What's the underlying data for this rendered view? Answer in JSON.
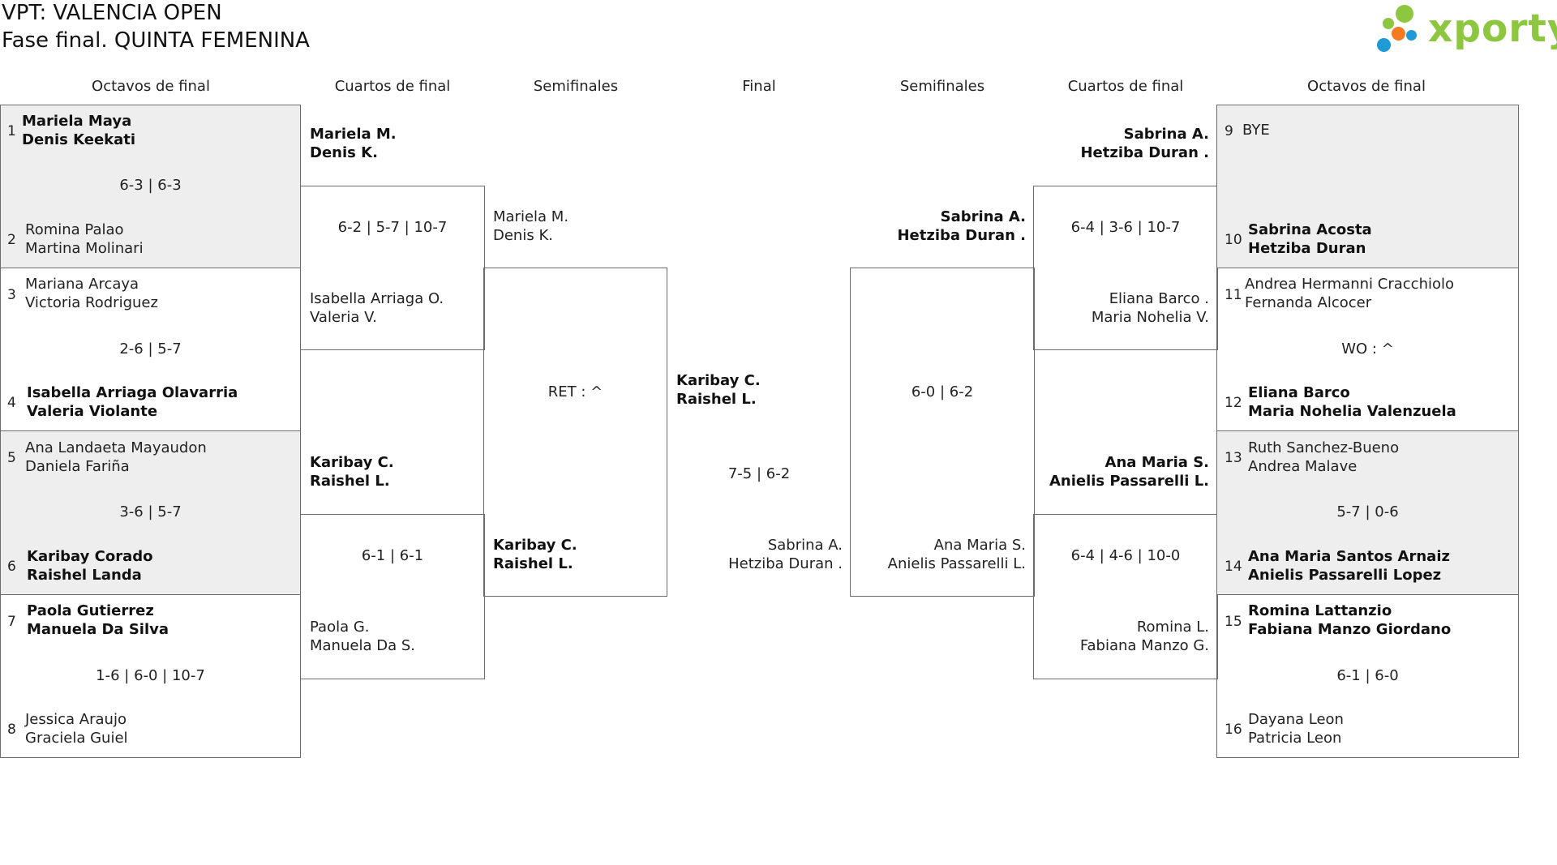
{
  "header": {
    "title": "VPT: VALENCIA OPEN",
    "subtitle": "Fase final. QUINTA FEMENINA",
    "logo_text": "xporty",
    "logo_colors": {
      "text": "#8dc63f",
      "dot_green": "#8dc63f",
      "dot_orange": "#f47b20",
      "dot_blue": "#1e9ad6"
    }
  },
  "columns": {
    "left_r16": "Octavos de final",
    "left_qf": "Cuartos de final",
    "left_sf": "Semifinales",
    "final": "Final",
    "right_sf": "Semifinales",
    "right_qf": "Cuartos de final",
    "right_r16": "Octavos de final"
  },
  "left": {
    "r16": [
      {
        "top": {
          "seed": "1",
          "names": [
            "Mariela Maya",
            "Denis Keekati"
          ]
        },
        "score": "6-3 | 6-3",
        "bottom": {
          "seed": "2",
          "names": [
            "Romina Palao",
            "Martina Molinari"
          ]
        }
      },
      {
        "top": {
          "seed": "3",
          "names": [
            "Mariana Arcaya",
            "Victoria Rodriguez"
          ]
        },
        "score": "2-6 | 5-7",
        "bottom": {
          "seed": "4",
          "names": [
            "Isabella Arriaga Olavarria",
            "Valeria Violante"
          ]
        }
      },
      {
        "top": {
          "seed": "5",
          "names": [
            "Ana Landaeta Mayaudon",
            "Daniela Fariña"
          ]
        },
        "score": "3-6 | 5-7",
        "bottom": {
          "seed": "6",
          "names": [
            "Karibay Corado",
            "Raishel Landa"
          ]
        }
      },
      {
        "top": {
          "seed": "7",
          "names": [
            "Paola Gutierrez",
            "Manuela Da Silva"
          ]
        },
        "score": "1-6 | 6-0 | 10-7",
        "bottom": {
          "seed": "8",
          "names": [
            "Jessica Araujo",
            "Graciela Guiel"
          ]
        }
      }
    ],
    "qf": [
      {
        "top": [
          "Mariela M.",
          "Denis K."
        ],
        "score": "6-2 | 5-7 | 10-7",
        "bottom": [
          "Isabella Arriaga O.",
          "Valeria V."
        ]
      },
      {
        "top": [
          "Karibay C.",
          "Raishel L."
        ],
        "score": "6-1 | 6-1",
        "bottom": [
          "Paola G.",
          "Manuela Da S."
        ]
      }
    ],
    "sf": {
      "top": [
        "Mariela M.",
        "Denis K."
      ],
      "score": "RET : ^",
      "bottom": [
        "Karibay C.",
        "Raishel L."
      ]
    }
  },
  "final": {
    "top": [
      "Karibay C.",
      "Raishel L."
    ],
    "score": "7-5 | 6-2",
    "bottom": [
      "Sabrina A.",
      "Hetziba Duran ."
    ]
  },
  "right": {
    "sf": {
      "top": [
        "Sabrina A.",
        "Hetziba Duran ."
      ],
      "score": "6-0 | 6-2",
      "bottom": [
        "Ana Maria S.",
        "Anielis Passarelli L."
      ]
    },
    "qf": [
      {
        "top": [
          "Sabrina A.",
          "Hetziba Duran ."
        ],
        "score": "6-4 | 3-6 | 10-7",
        "bottom": [
          "Eliana Barco .",
          "Maria Nohelia V."
        ]
      },
      {
        "top": [
          "Ana Maria S.",
          "Anielis Passarelli L."
        ],
        "score": "6-4 | 4-6 | 10-0",
        "bottom": [
          "Romina L.",
          "Fabiana Manzo G."
        ]
      }
    ],
    "r16": [
      {
        "top": {
          "seed": "9",
          "names": [
            "BYE"
          ]
        },
        "score": "",
        "bottom": {
          "seed": "10",
          "names": [
            "Sabrina Acosta",
            "Hetziba Duran"
          ]
        }
      },
      {
        "top": {
          "seed": "11",
          "names": [
            "Andrea Hermanni Cracchiolo",
            "Fernanda Alcocer"
          ]
        },
        "score": "WO : ^",
        "bottom": {
          "seed": "12",
          "names": [
            "Eliana Barco",
            "Maria Nohelia Valenzuela"
          ]
        }
      },
      {
        "top": {
          "seed": "13",
          "names": [
            "Ruth Sanchez-Bueno",
            "Andrea Malave"
          ]
        },
        "score": "5-7 | 0-6",
        "bottom": {
          "seed": "14",
          "names": [
            "Ana Maria Santos Arnaiz",
            "Anielis Passarelli Lopez"
          ]
        }
      },
      {
        "top": {
          "seed": "15",
          "names": [
            "Romina Lattanzio",
            "Fabiana Manzo Giordano"
          ]
        },
        "score": "6-1 | 6-0",
        "bottom": {
          "seed": "16",
          "names": [
            "Dayana Leon",
            "Patricia Leon"
          ]
        }
      }
    ]
  }
}
